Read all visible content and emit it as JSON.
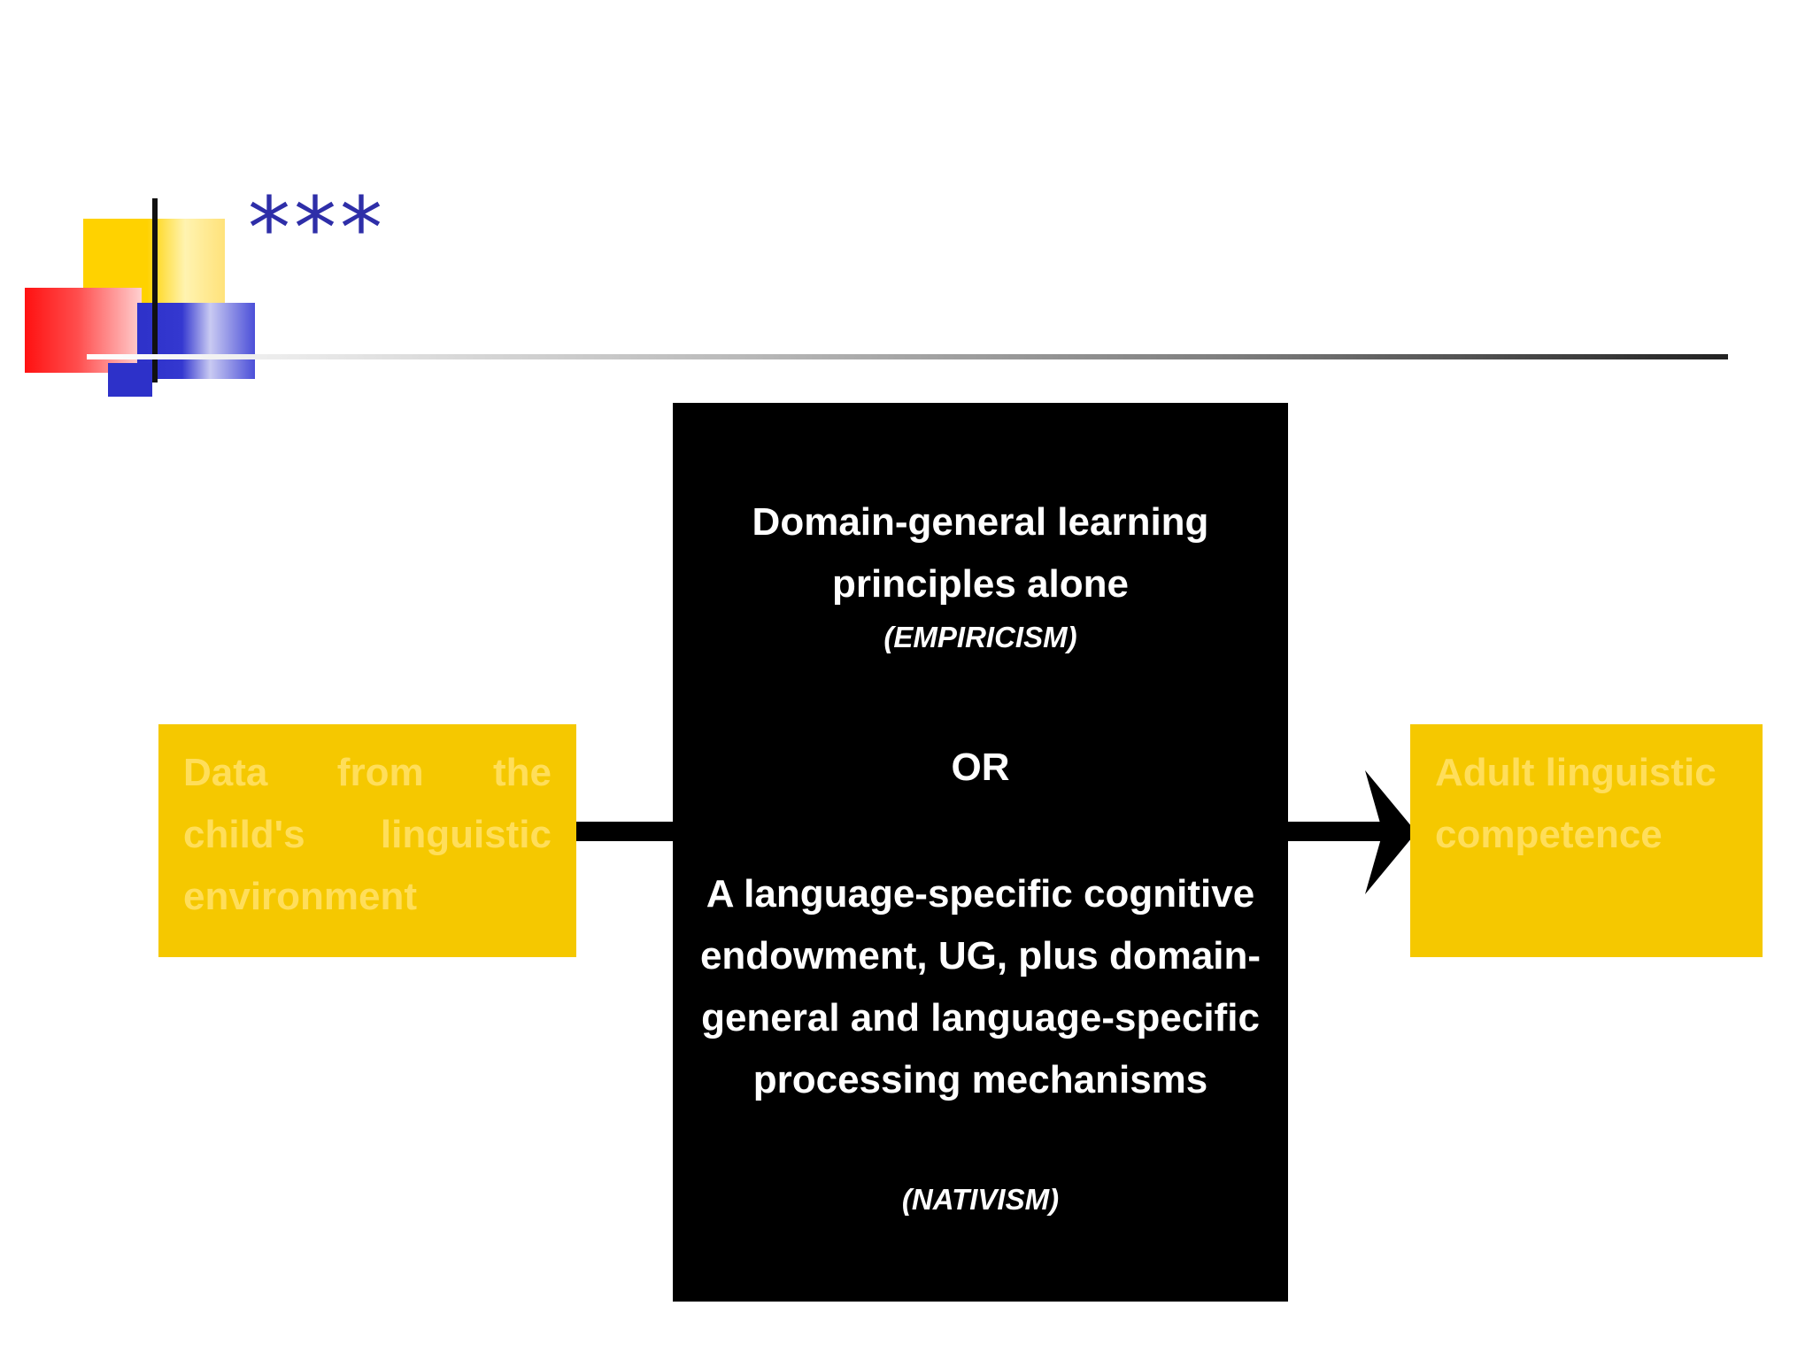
{
  "slide": {
    "title": "***"
  },
  "diagram": {
    "left_box": {
      "text": "Data from the child's linguistic environment"
    },
    "center_box": {
      "empiricism_text": "Domain-general learning principles alone",
      "empiricism_label": "(EMPIRICISM)",
      "or_text": "OR",
      "nativism_text": "A language-specific cognitive endowment, UG, plus domain-general and language-specific processing mechanisms",
      "nativism_label": "(NATIVISM)"
    },
    "right_box": {
      "text": "Adult linguistic competence"
    }
  },
  "colors": {
    "title": "#2e2ea8",
    "side_box_fill": "#f5c800",
    "side_box_text": "#ffde5a",
    "center_box_fill": "#000000",
    "center_box_text": "#ffffff"
  }
}
